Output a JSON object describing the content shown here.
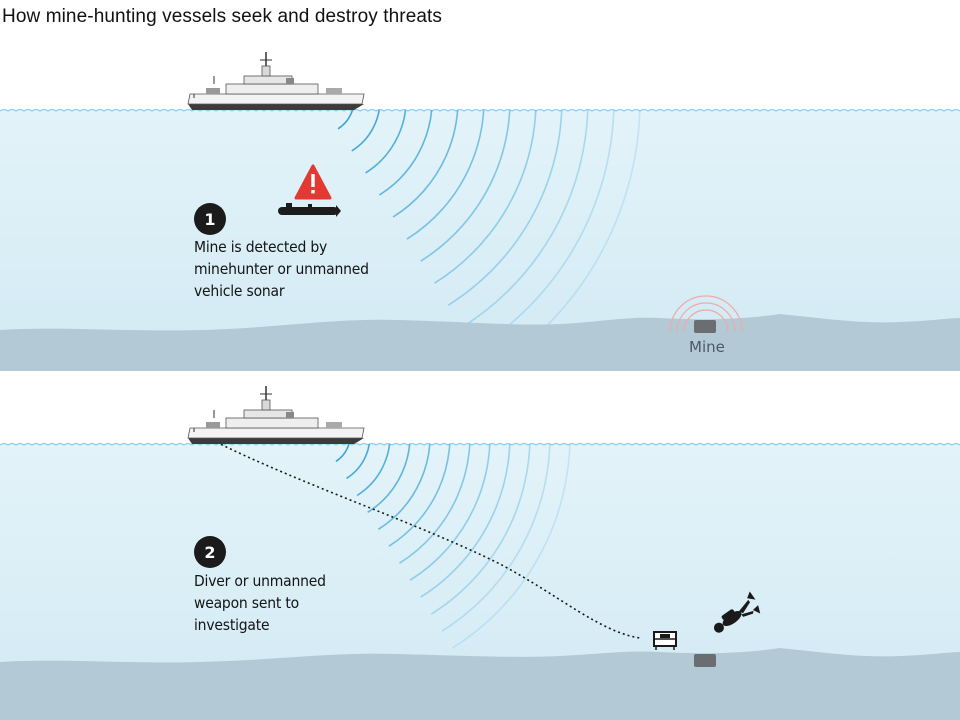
{
  "title": "How mine-hunting vessels seek and destroy threats",
  "colors": {
    "water": "#dff1f8",
    "seabed": "#b6cdd9",
    "sonar": "#3aa3d6",
    "alert": "#e03030",
    "mine_signal": "#f2a3a3"
  },
  "panels": [
    {
      "step_number": "1",
      "text_lines": [
        "Mine is detected by",
        "minehunter or unmanned",
        "vehicle sonar"
      ],
      "mine_label": "Mine"
    },
    {
      "step_number": "2",
      "text_lines": [
        "Diver or unmanned",
        "weapon sent to",
        "investigate"
      ]
    }
  ]
}
